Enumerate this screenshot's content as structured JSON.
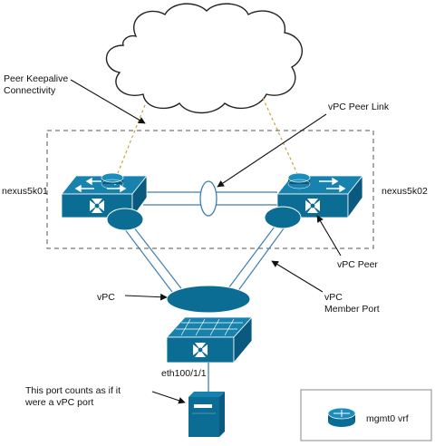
{
  "labels": {
    "peer_keepalive": [
      "Peer Keepalive",
      "Connectivity"
    ],
    "vpc_peer_link": "vPC Peer Link",
    "switch_left": "nexus5k01",
    "switch_right": "nexus5k02",
    "vpc_peer": "vPC Peer",
    "vpc": "vPC",
    "vpc_member_port": [
      "vPC",
      "Member Port"
    ],
    "eth_port": "eth100/1/1",
    "port_note": [
      "This port counts as if it",
      "were a vPC port"
    ],
    "legend_mgmt": "mgmt0 vrf"
  },
  "colors": {
    "device_blue": "#0b6c94",
    "device_top": "#1782ad",
    "device_side": "#095a7e",
    "link_blue": "#3d7fb0",
    "keepalive": "#c9a23a",
    "cloud_stroke": "#222222",
    "dashed_box": "#555555"
  },
  "icons": [
    "cloud-icon",
    "switch-icon",
    "router-icon",
    "fabric-extender-icon",
    "server-icon"
  ]
}
